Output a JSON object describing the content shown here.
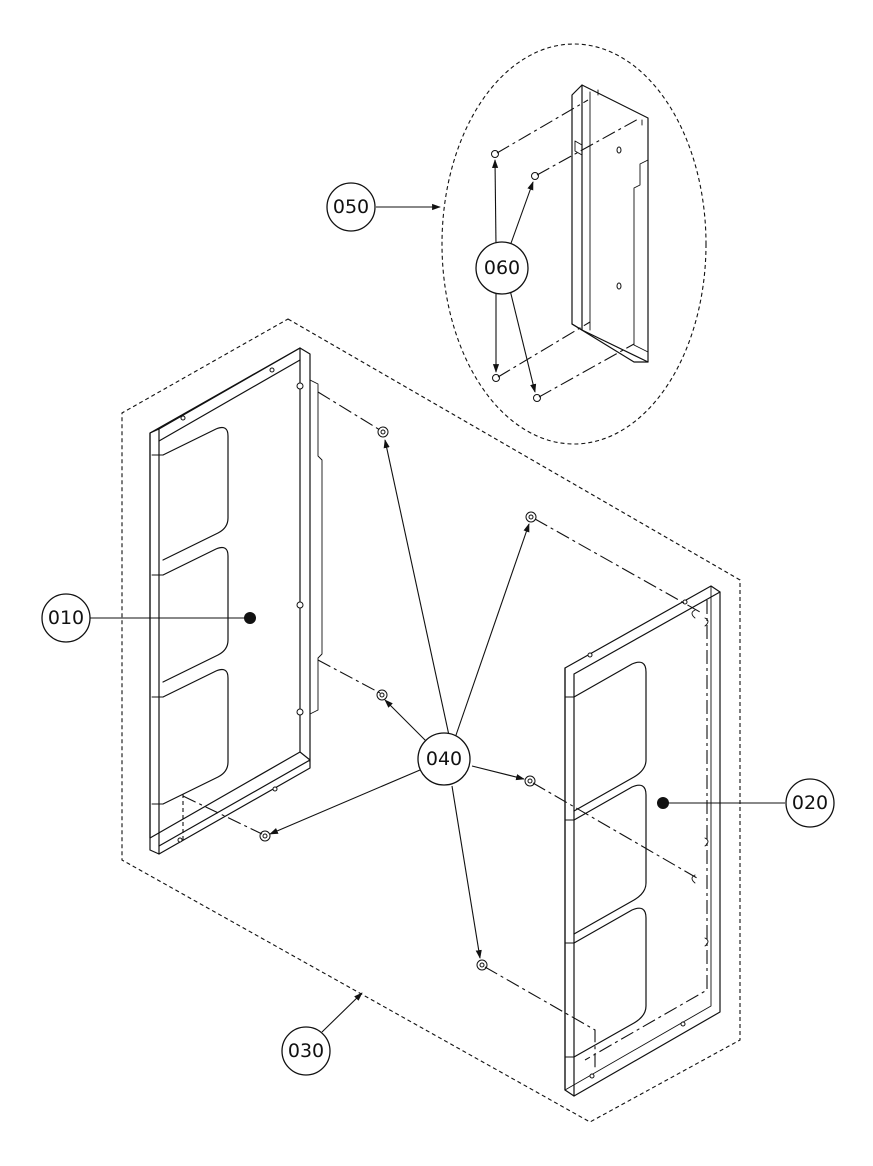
{
  "callouts": {
    "c010": "010",
    "c020": "020",
    "c030": "030",
    "c040": "040",
    "c050": "050",
    "c060": "060"
  }
}
